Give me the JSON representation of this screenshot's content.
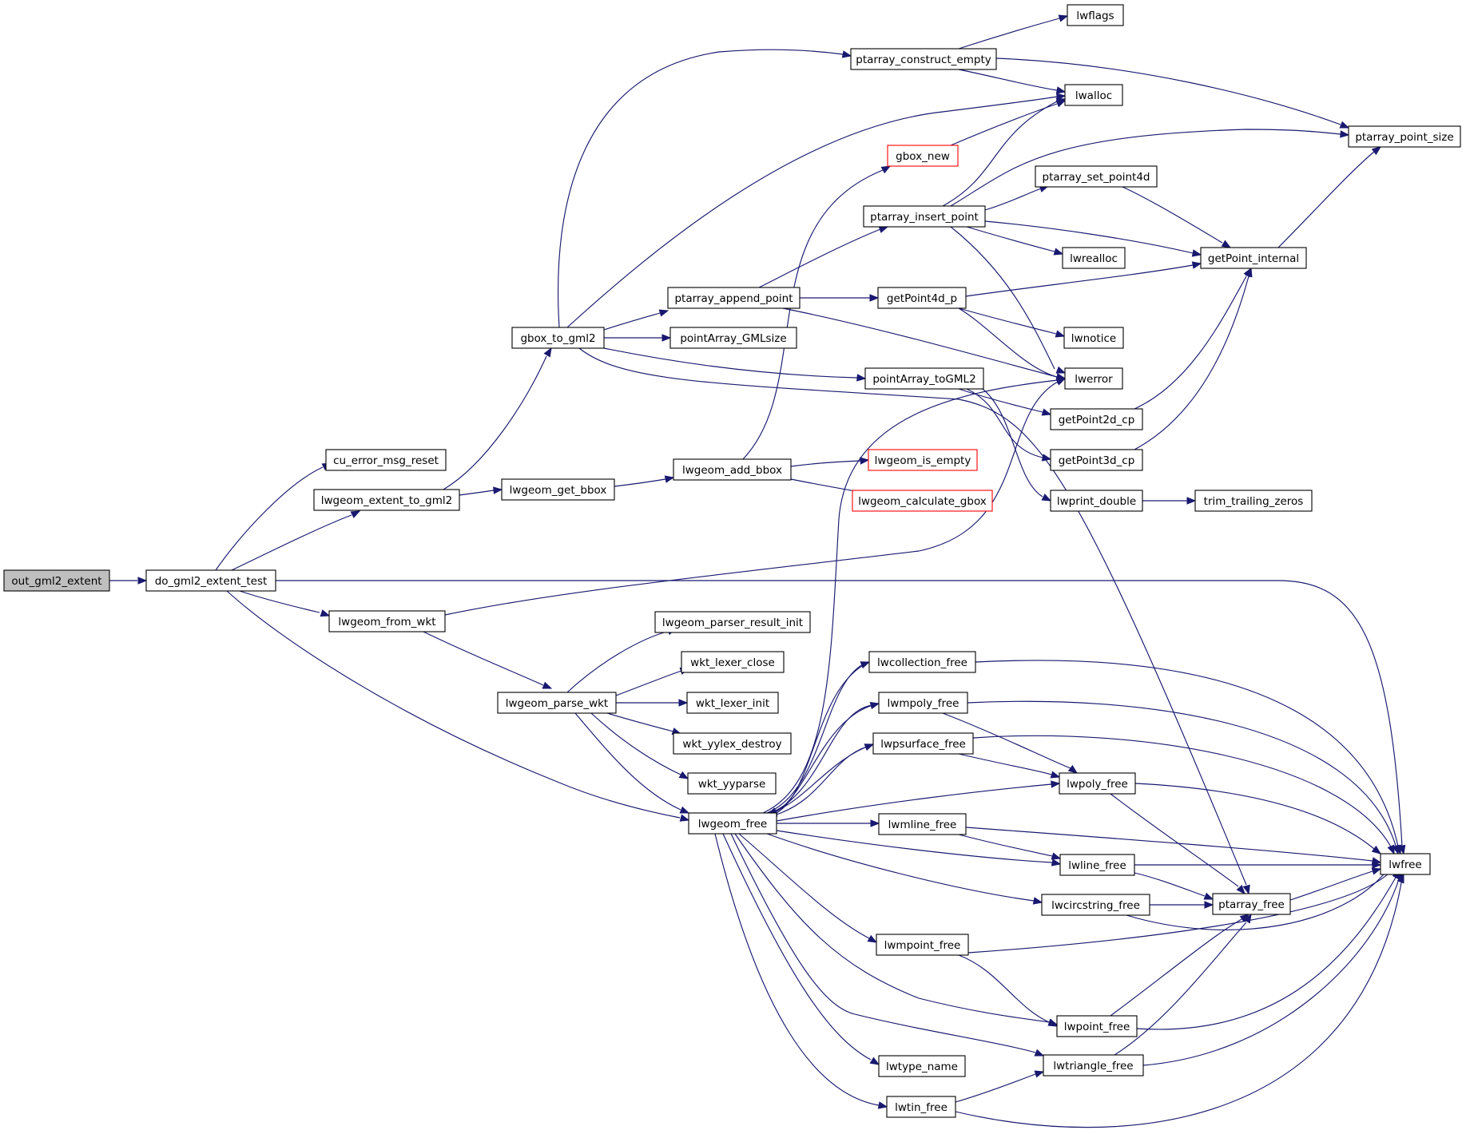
{
  "colors": {
    "edge": "#191970",
    "node_border": "#000000",
    "node_fill": "#ffffff",
    "root_fill": "#bfbfbf",
    "red_border": "#ff0000"
  },
  "nodes": [
    {
      "id": "out_gml2_extent",
      "label": "out_gml2_extent",
      "style": "root"
    },
    {
      "id": "do_gml2_extent_test",
      "label": "do_gml2_extent_test"
    },
    {
      "id": "cu_error_msg_reset",
      "label": "cu_error_msg_reset"
    },
    {
      "id": "lwgeom_extent_to_gml2",
      "label": "lwgeom_extent_to_gml2"
    },
    {
      "id": "lwgeom_from_wkt",
      "label": "lwgeom_from_wkt"
    },
    {
      "id": "lwgeom_free",
      "label": "lwgeom_free"
    },
    {
      "id": "lwfree",
      "label": "lwfree"
    },
    {
      "id": "gbox_to_gml2",
      "label": "gbox_to_gml2"
    },
    {
      "id": "lwgeom_get_bbox",
      "label": "lwgeom_get_bbox"
    },
    {
      "id": "ptarray_construct_empty",
      "label": "ptarray_construct_empty"
    },
    {
      "id": "lwalloc",
      "label": "lwalloc"
    },
    {
      "id": "ptarray_append_point",
      "label": "ptarray_append_point"
    },
    {
      "id": "pointArray_GMLsize",
      "label": "pointArray_GMLsize"
    },
    {
      "id": "pointArray_toGML2",
      "label": "pointArray_toGML2"
    },
    {
      "id": "ptarray_free",
      "label": "ptarray_free"
    },
    {
      "id": "lwflags",
      "label": "lwflags"
    },
    {
      "id": "ptarray_point_size",
      "label": "ptarray_point_size"
    },
    {
      "id": "getPoint4d_p",
      "label": "getPoint4d_p"
    },
    {
      "id": "lwerror",
      "label": "lwerror"
    },
    {
      "id": "ptarray_insert_point",
      "label": "ptarray_insert_point"
    },
    {
      "id": "getPoint_internal",
      "label": "getPoint_internal"
    },
    {
      "id": "lwnotice",
      "label": "lwnotice"
    },
    {
      "id": "lwrealloc",
      "label": "lwrealloc"
    },
    {
      "id": "ptarray_set_point4d",
      "label": "ptarray_set_point4d"
    },
    {
      "id": "getPoint2d_cp",
      "label": "getPoint2d_cp"
    },
    {
      "id": "getPoint3d_cp",
      "label": "getPoint3d_cp"
    },
    {
      "id": "lwprint_double",
      "label": "lwprint_double"
    },
    {
      "id": "trim_trailing_zeros",
      "label": "trim_trailing_zeros"
    },
    {
      "id": "lwgeom_add_bbox",
      "label": "lwgeom_add_bbox"
    },
    {
      "id": "gbox_new",
      "label": "gbox_new",
      "style": "red"
    },
    {
      "id": "lwgeom_calculate_gbox",
      "label": "lwgeom_calculate_gbox",
      "style": "red"
    },
    {
      "id": "lwgeom_is_empty",
      "label": "lwgeom_is_empty",
      "style": "red"
    },
    {
      "id": "lwgeom_parse_wkt",
      "label": "lwgeom_parse_wkt"
    },
    {
      "id": "lwgeom_parser_result_init",
      "label": "lwgeom_parser_result_init"
    },
    {
      "id": "wkt_lexer_close",
      "label": "wkt_lexer_close"
    },
    {
      "id": "wkt_lexer_init",
      "label": "wkt_lexer_init"
    },
    {
      "id": "wkt_yylex_destroy",
      "label": "wkt_yylex_destroy"
    },
    {
      "id": "wkt_yyparse",
      "label": "wkt_yyparse"
    },
    {
      "id": "lwcollection_free",
      "label": "lwcollection_free"
    },
    {
      "id": "lwmpoly_free",
      "label": "lwmpoly_free"
    },
    {
      "id": "lwpsurface_free",
      "label": "lwpsurface_free"
    },
    {
      "id": "lwpoly_free",
      "label": "lwpoly_free"
    },
    {
      "id": "lwmline_free",
      "label": "lwmline_free"
    },
    {
      "id": "lwline_free",
      "label": "lwline_free"
    },
    {
      "id": "lwcircstring_free",
      "label": "lwcircstring_free"
    },
    {
      "id": "lwmpoint_free",
      "label": "lwmpoint_free"
    },
    {
      "id": "lwpoint_free",
      "label": "lwpoint_free"
    },
    {
      "id": "lwtriangle_free",
      "label": "lwtriangle_free"
    },
    {
      "id": "lwtype_name",
      "label": "lwtype_name"
    },
    {
      "id": "lwtin_free",
      "label": "lwtin_free"
    }
  ],
  "edges": [
    [
      "out_gml2_extent",
      "do_gml2_extent_test"
    ],
    [
      "do_gml2_extent_test",
      "cu_error_msg_reset"
    ],
    [
      "do_gml2_extent_test",
      "lwgeom_extent_to_gml2"
    ],
    [
      "do_gml2_extent_test",
      "lwgeom_from_wkt"
    ],
    [
      "do_gml2_extent_test",
      "lwgeom_free"
    ],
    [
      "do_gml2_extent_test",
      "lwfree"
    ],
    [
      "lwgeom_extent_to_gml2",
      "gbox_to_gml2"
    ],
    [
      "lwgeom_extent_to_gml2",
      "lwgeom_get_bbox"
    ],
    [
      "gbox_to_gml2",
      "ptarray_construct_empty"
    ],
    [
      "gbox_to_gml2",
      "lwalloc"
    ],
    [
      "gbox_to_gml2",
      "ptarray_append_point"
    ],
    [
      "gbox_to_gml2",
      "pointArray_GMLsize"
    ],
    [
      "gbox_to_gml2",
      "pointArray_toGML2"
    ],
    [
      "gbox_to_gml2",
      "ptarray_free"
    ],
    [
      "ptarray_construct_empty",
      "lwflags"
    ],
    [
      "ptarray_construct_empty",
      "lwalloc"
    ],
    [
      "ptarray_construct_empty",
      "ptarray_point_size"
    ],
    [
      "ptarray_append_point",
      "ptarray_insert_point"
    ],
    [
      "ptarray_append_point",
      "getPoint4d_p"
    ],
    [
      "ptarray_append_point",
      "lwerror"
    ],
    [
      "ptarray_insert_point",
      "lwalloc"
    ],
    [
      "ptarray_insert_point",
      "ptarray_point_size"
    ],
    [
      "ptarray_insert_point",
      "ptarray_set_point4d"
    ],
    [
      "ptarray_insert_point",
      "getPoint_internal"
    ],
    [
      "ptarray_insert_point",
      "lwrealloc"
    ],
    [
      "ptarray_insert_point",
      "lwerror"
    ],
    [
      "ptarray_set_point4d",
      "getPoint_internal"
    ],
    [
      "getPoint_internal",
      "ptarray_point_size"
    ],
    [
      "getPoint4d_p",
      "getPoint_internal"
    ],
    [
      "getPoint4d_p",
      "lwnotice"
    ],
    [
      "getPoint4d_p",
      "lwerror"
    ],
    [
      "pointArray_toGML2",
      "getPoint2d_cp"
    ],
    [
      "pointArray_toGML2",
      "getPoint3d_cp"
    ],
    [
      "pointArray_toGML2",
      "lwprint_double"
    ],
    [
      "getPoint2d_cp",
      "getPoint_internal"
    ],
    [
      "getPoint3d_cp",
      "getPoint_internal"
    ],
    [
      "lwprint_double",
      "trim_trailing_zeros"
    ],
    [
      "lwgeom_get_bbox",
      "lwgeom_add_bbox"
    ],
    [
      "lwgeom_add_bbox",
      "gbox_new"
    ],
    [
      "lwgeom_add_bbox",
      "lwgeom_is_empty"
    ],
    [
      "lwgeom_add_bbox",
      "lwgeom_calculate_gbox"
    ],
    [
      "gbox_new",
      "lwalloc"
    ],
    [
      "lwgeom_from_wkt",
      "lwerror"
    ],
    [
      "lwgeom_from_wkt",
      "lwgeom_parse_wkt"
    ],
    [
      "lwgeom_parse_wkt",
      "lwgeom_parser_result_init"
    ],
    [
      "lwgeom_parse_wkt",
      "wkt_lexer_close"
    ],
    [
      "lwgeom_parse_wkt",
      "wkt_lexer_init"
    ],
    [
      "lwgeom_parse_wkt",
      "wkt_yylex_destroy"
    ],
    [
      "lwgeom_parse_wkt",
      "wkt_yyparse"
    ],
    [
      "lwgeom_parse_wkt",
      "lwgeom_free"
    ],
    [
      "lwgeom_free",
      "lwerror"
    ],
    [
      "lwgeom_free",
      "lwcollection_free"
    ],
    [
      "lwgeom_free",
      "lwmpoly_free"
    ],
    [
      "lwgeom_free",
      "lwpsurface_free"
    ],
    [
      "lwgeom_free",
      "lwpoly_free"
    ],
    [
      "lwgeom_free",
      "lwmline_free"
    ],
    [
      "lwgeom_free",
      "lwline_free"
    ],
    [
      "lwgeom_free",
      "lwcircstring_free"
    ],
    [
      "lwgeom_free",
      "lwmpoint_free"
    ],
    [
      "lwgeom_free",
      "lwpoint_free"
    ],
    [
      "lwgeom_free",
      "lwtriangle_free"
    ],
    [
      "lwgeom_free",
      "lwtype_name"
    ],
    [
      "lwgeom_free",
      "lwtin_free"
    ],
    [
      "lwcollection_free",
      "lwgeom_free"
    ],
    [
      "lwcollection_free",
      "lwfree"
    ],
    [
      "lwmpoly_free",
      "lwgeom_free"
    ],
    [
      "lwmpoly_free",
      "lwfree"
    ],
    [
      "lwmpoly_free",
      "lwpoly_free"
    ],
    [
      "lwpsurface_free",
      "lwgeom_free"
    ],
    [
      "lwpsurface_free",
      "lwfree"
    ],
    [
      "lwpsurface_free",
      "lwpoly_free"
    ],
    [
      "lwpoly_free",
      "ptarray_free"
    ],
    [
      "lwpoly_free",
      "lwfree"
    ],
    [
      "lwmline_free",
      "lwfree"
    ],
    [
      "lwmline_free",
      "lwline_free"
    ],
    [
      "lwline_free",
      "lwfree"
    ],
    [
      "lwline_free",
      "ptarray_free"
    ],
    [
      "lwcircstring_free",
      "ptarray_free"
    ],
    [
      "lwcircstring_free",
      "lwfree"
    ],
    [
      "lwmpoint_free",
      "lwfree"
    ],
    [
      "lwmpoint_free",
      "lwpoint_free"
    ],
    [
      "lwpoint_free",
      "ptarray_free"
    ],
    [
      "lwpoint_free",
      "lwfree"
    ],
    [
      "lwtriangle_free",
      "ptarray_free"
    ],
    [
      "lwtriangle_free",
      "lwfree"
    ],
    [
      "lwtin_free",
      "lwtriangle_free"
    ],
    [
      "lwtin_free",
      "lwfree"
    ],
    [
      "ptarray_free",
      "lwfree"
    ]
  ]
}
